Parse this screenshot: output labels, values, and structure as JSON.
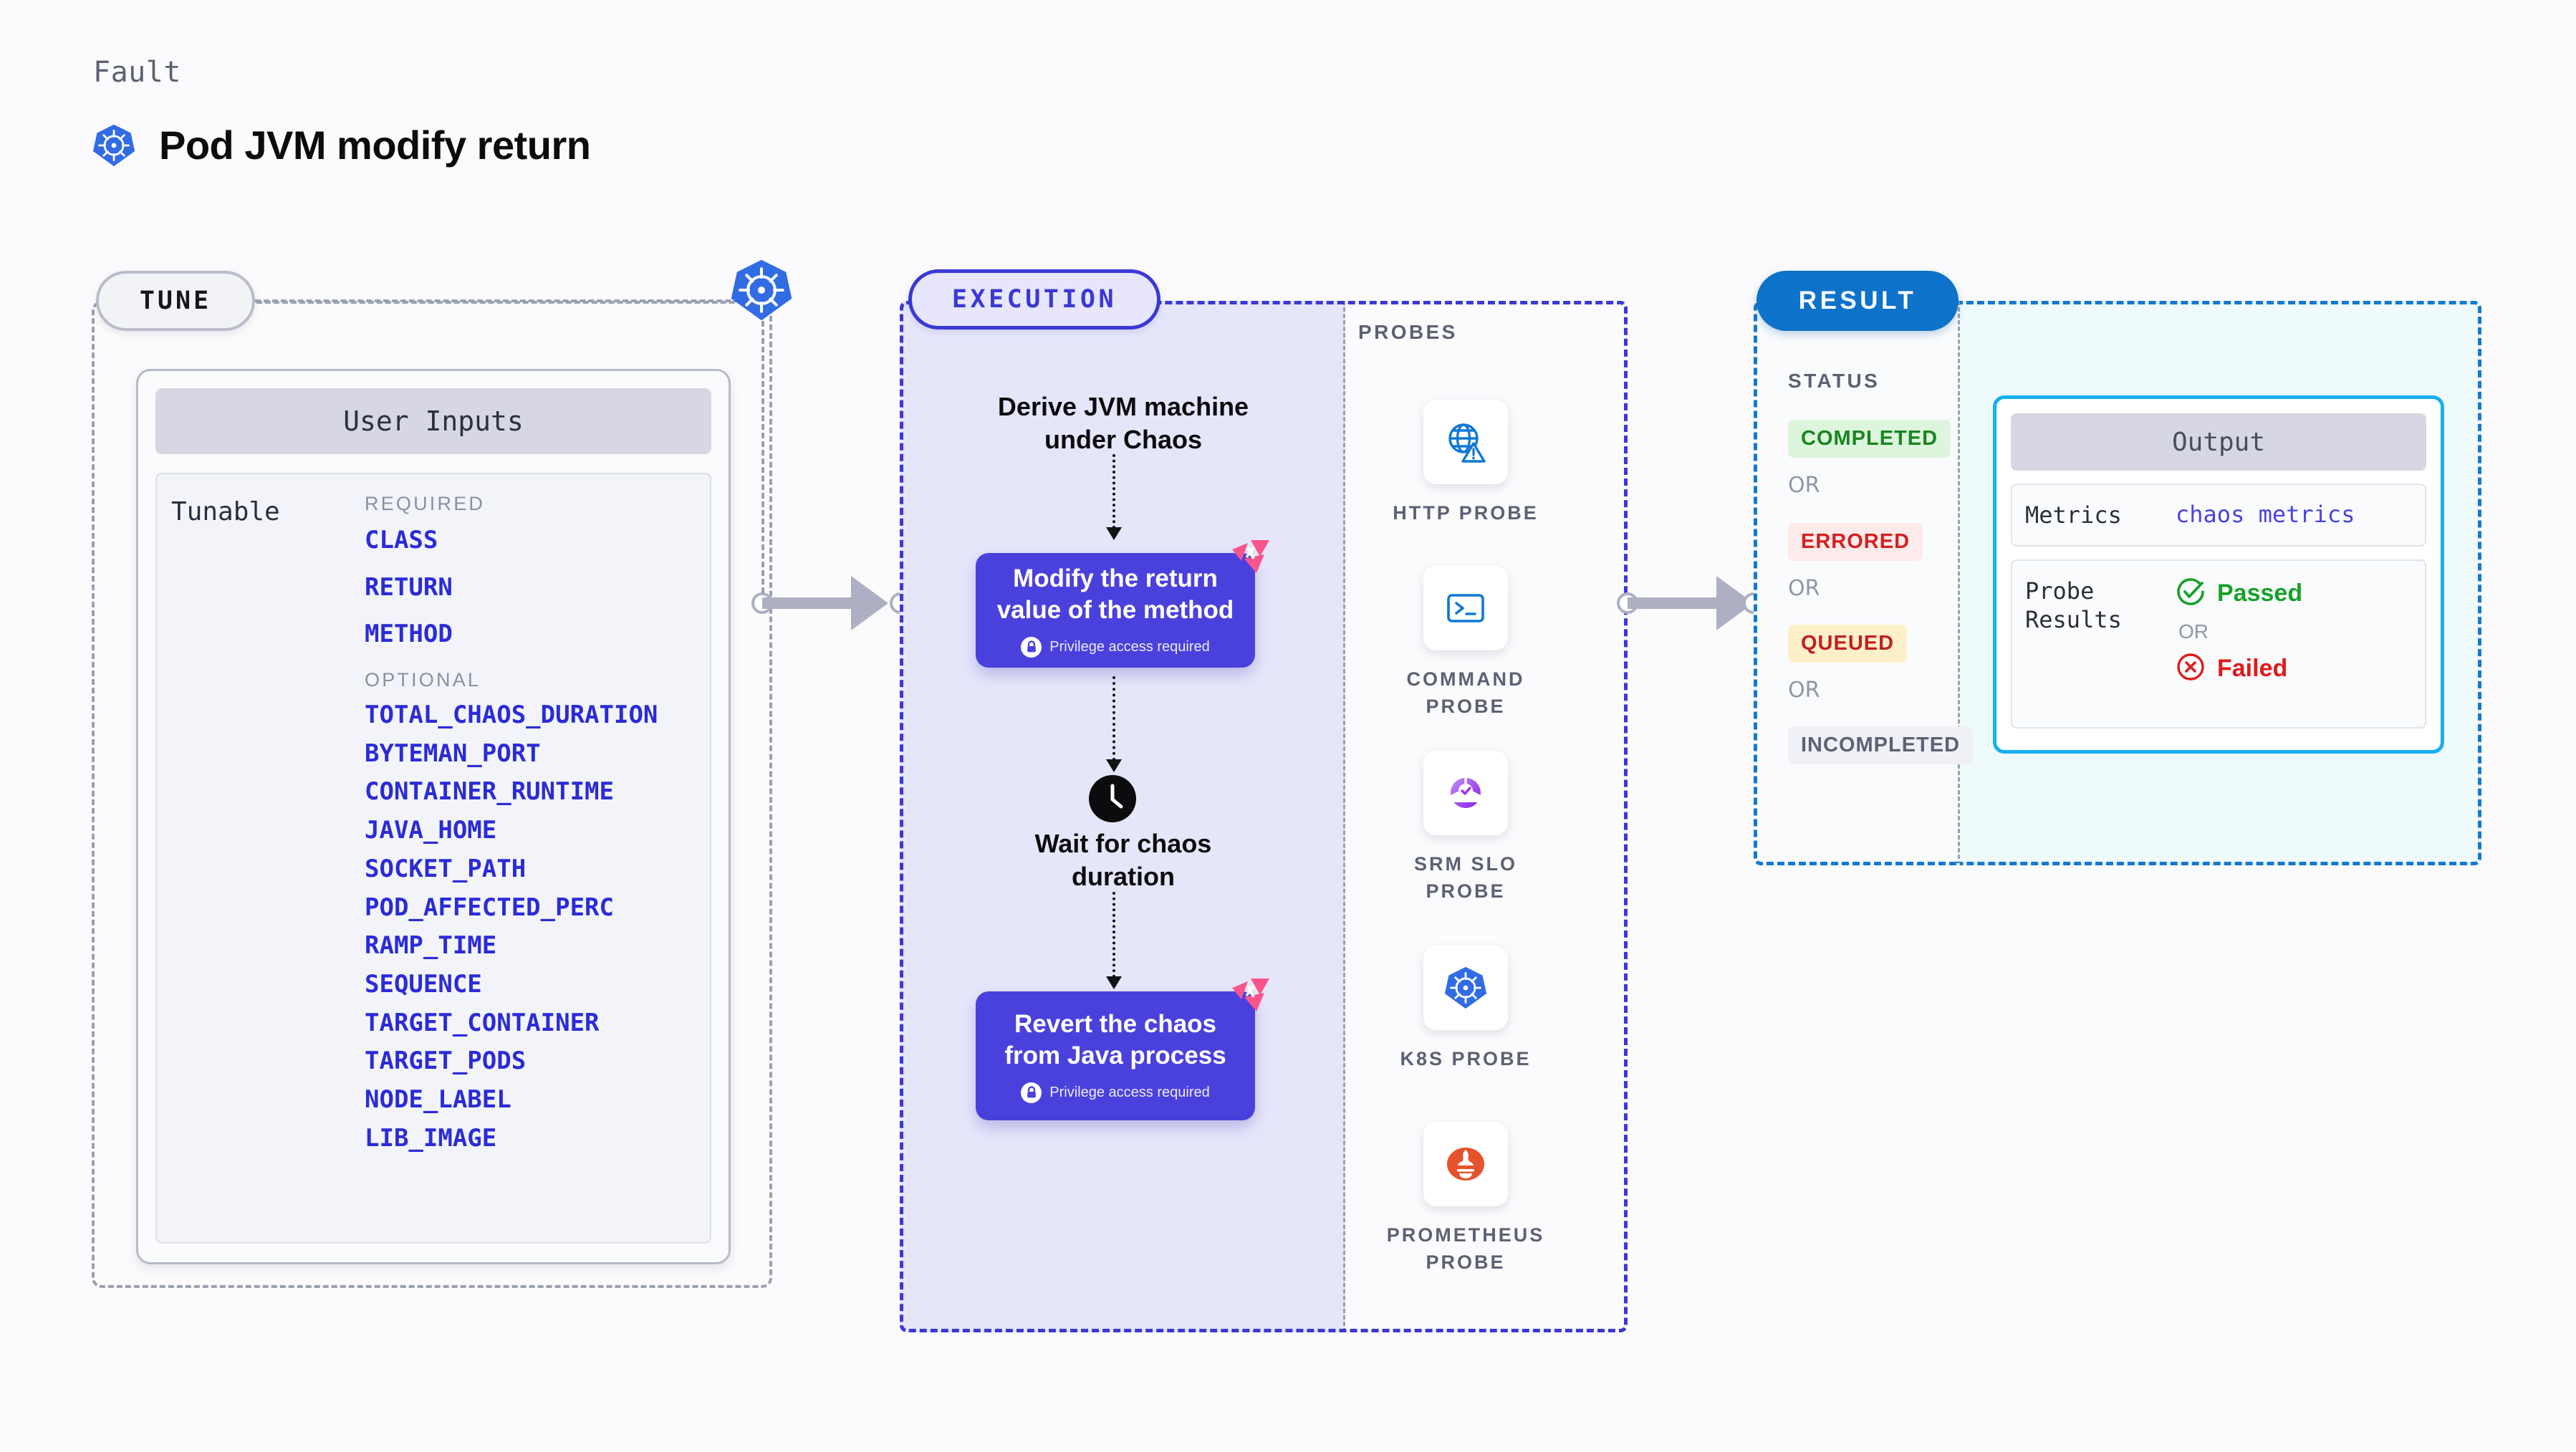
{
  "header": {
    "eyebrow": "Fault",
    "title": "Pod JVM modify return",
    "logo_icon": "kubernetes-icon"
  },
  "tune": {
    "badge_label": "TUNE",
    "k8s_icon": "kubernetes-icon",
    "card": {
      "header": "User Inputs",
      "row_label": "Tunable",
      "required_title": "REQUIRED",
      "required": [
        "CLASS",
        "RETURN",
        "METHOD"
      ],
      "optional_title": "OPTIONAL",
      "optional": [
        "TOTAL_CHAOS_DURATION",
        "BYTEMAN_PORT",
        "CONTAINER_RUNTIME",
        "JAVA_HOME",
        "SOCKET_PATH",
        "POD_AFFECTED_PERC",
        "RAMP_TIME",
        "SEQUENCE",
        "TARGET_CONTAINER",
        "TARGET_PODS",
        "NODE_LABEL",
        "LIB_IMAGE"
      ]
    }
  },
  "execution": {
    "badge_label": "EXECUTION",
    "step1_line1": "Derive JVM machine",
    "step1_line2": "under Chaos",
    "card_modify": {
      "line1": "Modify the return",
      "line2": "value of the method",
      "privilege": "Privilege access required",
      "privilege_icon": "lock-icon",
      "corner_icon": "litmus-icon"
    },
    "wait_icon": "clock-icon",
    "wait_line1": "Wait for chaos",
    "wait_line2": "duration",
    "card_revert": {
      "line1": "Revert the chaos",
      "line2": "from Java process",
      "privilege": "Privilege access required",
      "privilege_icon": "lock-icon",
      "corner_icon": "litmus-icon"
    }
  },
  "probes": {
    "title": "PROBES",
    "items": [
      {
        "icon": "http-globe-icon",
        "line1": "HTTP PROBE",
        "line2": ""
      },
      {
        "icon": "command-terminal-icon",
        "line1": "COMMAND",
        "line2": "PROBE"
      },
      {
        "icon": "srm-slo-icon",
        "line1": "SRM SLO",
        "line2": "PROBE"
      },
      {
        "icon": "kubernetes-icon",
        "line1": "K8S PROBE",
        "line2": ""
      },
      {
        "icon": "prometheus-icon",
        "line1": "PROMETHEUS",
        "line2": "PROBE"
      }
    ]
  },
  "result": {
    "badge_label": "RESULT",
    "status_title": "STATUS",
    "or_label": "OR",
    "statuses": [
      {
        "label": "COMPLETED",
        "bg": "#ddf5dd",
        "fg": "#19851f"
      },
      {
        "label": "ERRORED",
        "bg": "#fdeaea",
        "fg": "#cf2222"
      },
      {
        "label": "QUEUED",
        "bg": "#fdf0c9",
        "fg": "#c22020"
      },
      {
        "label": "INCOMPLETED",
        "bg": "#f0f1f6",
        "fg": "#5c6173"
      }
    ],
    "output": {
      "header": "Output",
      "metrics_key": "Metrics",
      "metrics_value": "chaos metrics",
      "probe_key_line1": "Probe",
      "probe_key_line2": "Results",
      "passed_label": "Passed",
      "passed_icon": "check-circle-icon",
      "or_label": "OR",
      "failed_label": "Failed",
      "failed_icon": "x-circle-icon"
    }
  },
  "colors": {
    "accent_purple": "#4a41dd",
    "accent_blue": "#1379d0",
    "accent_cyan": "#16b0ec",
    "param_blue": "#2b2bd8",
    "k8s_blue": "#326ce5",
    "litmus_pink": "#f9558a"
  }
}
